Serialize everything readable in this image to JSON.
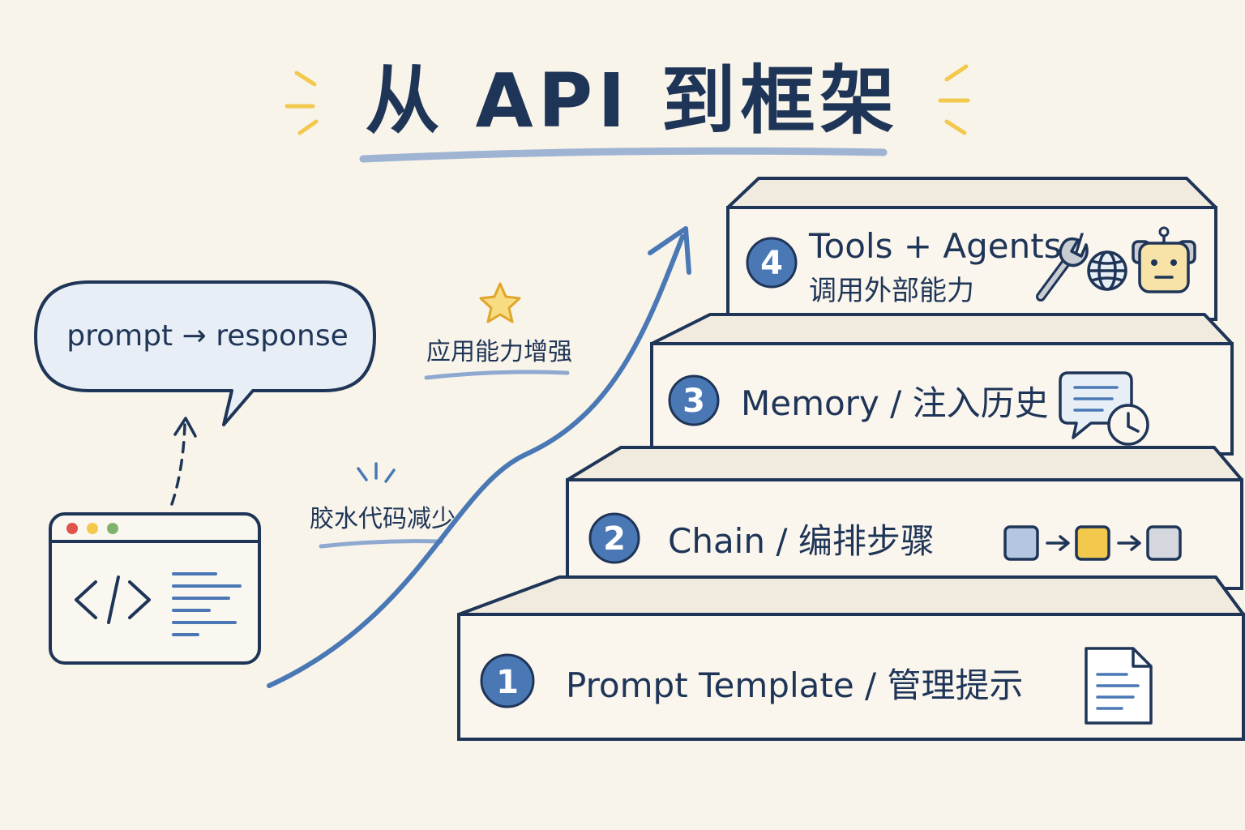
{
  "title": "从 API 到框架",
  "bubble": {
    "text": "prompt → response"
  },
  "annotations": {
    "capability_up": "应用能力增强",
    "less_glue": "胶水代码减少"
  },
  "steps": [
    {
      "number": "1",
      "title": "Prompt Template / 管理提示",
      "subtitle": "",
      "icon": "document-icon"
    },
    {
      "number": "2",
      "title": "Chain / 编排步骤",
      "subtitle": "",
      "icon": "chain-flow-icon"
    },
    {
      "number": "3",
      "title": "Memory / 注入历史",
      "subtitle": "",
      "icon": "chat-history-icon"
    },
    {
      "number": "4",
      "title": "Tools + Agents /",
      "subtitle": "调用外部能力",
      "icon": "tools-agents-icon"
    }
  ],
  "colors": {
    "background": "#f8f4ea",
    "ink": "#1f3557",
    "accent_blue": "#4a78b5",
    "accent_yellow": "#f2c94c",
    "step_fill": "#faf6ee"
  }
}
